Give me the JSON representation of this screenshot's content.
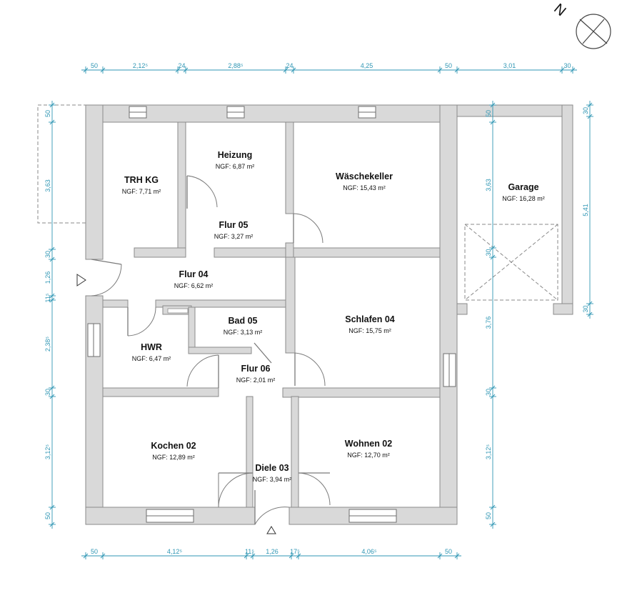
{
  "north_label": "N",
  "rooms": [
    {
      "id": "trh-kg",
      "name": "TRH KG",
      "area": "NGF: 7,71 m²"
    },
    {
      "id": "heizung",
      "name": "Heizung",
      "area": "NGF: 6,87 m²"
    },
    {
      "id": "waeschekeller",
      "name": "Wäschekeller",
      "area": "NGF: 15,43 m²"
    },
    {
      "id": "garage",
      "name": "Garage",
      "area": "NGF: 16,28 m²"
    },
    {
      "id": "flur-05",
      "name": "Flur 05",
      "area": "NGF: 3,27 m²"
    },
    {
      "id": "flur-04",
      "name": "Flur 04",
      "area": "NGF: 6,62 m²"
    },
    {
      "id": "bad-05",
      "name": "Bad 05",
      "area": "NGF: 3,13 m²"
    },
    {
      "id": "schlafen-04",
      "name": "Schlafen 04",
      "area": "NGF: 15,75 m²"
    },
    {
      "id": "hwr",
      "name": "HWR",
      "area": "NGF: 6,47 m²"
    },
    {
      "id": "flur-06",
      "name": "Flur 06",
      "area": "NGF: 2,01 m²"
    },
    {
      "id": "kochen-02",
      "name": "Kochen 02",
      "area": "NGF: 12,89 m²"
    },
    {
      "id": "wohnen-02",
      "name": "Wohnen 02",
      "area": "NGF: 12,70 m²"
    },
    {
      "id": "diele-03",
      "name": "Diele 03",
      "area": "NGF: 3,94 m²"
    }
  ],
  "dimensions": {
    "top": [
      "50",
      "2,12⁵",
      "24",
      "2,88⁵",
      "24",
      "4,25",
      "50",
      "3,01",
      "30"
    ],
    "bottom": [
      "50",
      "4,12⁵",
      "11⁵",
      "1,26",
      "17⁵",
      "4,06⁵",
      "50"
    ],
    "left": [
      "50",
      "3,63",
      "30",
      "1,26",
      "11⁵",
      "2,38⁵",
      "30",
      "3,12⁵",
      "50"
    ],
    "middle": [
      "50",
      "3,63",
      "30",
      "3,76",
      "30",
      "3,12⁵",
      "50"
    ],
    "right": [
      "30",
      "5,41",
      "30"
    ]
  }
}
